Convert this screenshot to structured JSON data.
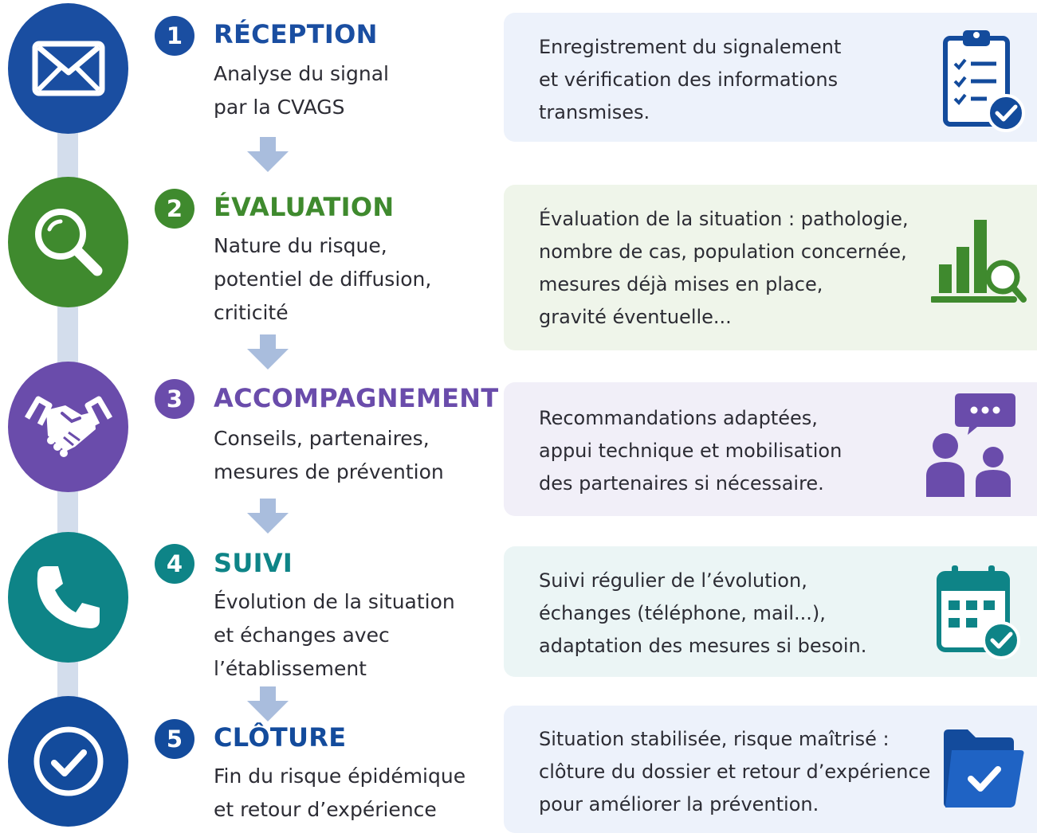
{
  "colors": {
    "blue": "#1a4ea1",
    "green": "#3f8a2e",
    "purple": "#6a4cab",
    "teal": "#0e8487",
    "navy": "#134b9c",
    "timeline": "#d3ddec",
    "arrow": "#a9bddd"
  },
  "steps": [
    {
      "number": "1",
      "title": "RÉCEPTION",
      "subtitle": [
        "Analyse du signal",
        "par la CVAGS"
      ],
      "description": [
        "Enregistrement du signalement",
        "et vérification des informations",
        "transmises."
      ],
      "icon": "envelope-icon",
      "side_icon": "clipboard-check-icon"
    },
    {
      "number": "2",
      "title": "ÉVALUATION",
      "subtitle": [
        "Nature du risque,",
        "potentiel de diffusion,",
        "criticité"
      ],
      "description": [
        "Évaluation de la situation : pathologie,",
        "nombre de cas, population concernée,",
        "mesures déjà mises en place,",
        "gravité éventuelle..."
      ],
      "icon": "magnifier-icon",
      "side_icon": "bar-chart-search-icon"
    },
    {
      "number": "3",
      "title": "ACCOMPAGNEMENT",
      "subtitle": [
        "Conseils, partenaires,",
        "mesures de prévention"
      ],
      "description": [
        "Recommandations adaptées,",
        "appui technique et mobilisation",
        "des partenaires si nécessaire."
      ],
      "icon": "handshake-icon",
      "side_icon": "people-chat-icon"
    },
    {
      "number": "4",
      "title": "SUIVI",
      "subtitle": [
        "Évolution de la situation",
        "et échanges avec",
        "l’établissement"
      ],
      "description": [
        "Suivi régulier de l’évolution,",
        "échanges (téléphone, mail...),",
        "adaptation des mesures si besoin."
      ],
      "icon": "phone-icon",
      "side_icon": "calendar-check-icon"
    },
    {
      "number": "5",
      "title": "CLÔTURE",
      "subtitle": [
        "Fin du risque épidémique",
        "et retour d’expérience"
      ],
      "description": [
        "Situation stabilisée, risque maîtrisé :",
        "clôture du dossier et retour d’expérience",
        "pour améliorer la prévention."
      ],
      "icon": "checkmark-circle-icon",
      "side_icon": "folder-check-icon"
    }
  ]
}
